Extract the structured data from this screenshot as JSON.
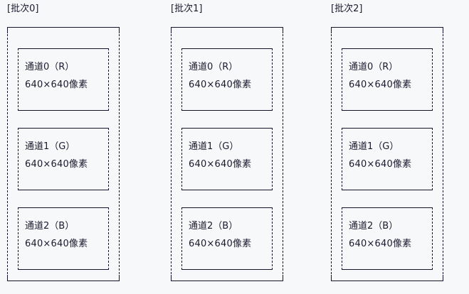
{
  "figure": {
    "background_color": "#f7f8fa",
    "line_color": "#13132b",
    "text_color": "#1a1a2e",
    "style": "ascii-box-drawing",
    "description": "Three batch groups, each containing three RGB channel boxes of 640x640 pixels"
  },
  "batches": [
    {
      "title": "[批次0]",
      "channels": [
        {
          "name": "通道0（R）",
          "size": "640×640像素"
        },
        {
          "name": "通道1（G）",
          "size": "640×640像素"
        },
        {
          "name": "通道2（B）",
          "size": "640×640像素"
        }
      ]
    },
    {
      "title": "[批次1]",
      "channels": [
        {
          "name": "通道0（R）",
          "size": "640×640像素"
        },
        {
          "name": "通道1（G）",
          "size": "640×640像素"
        },
        {
          "name": "通道2（B）",
          "size": "640×640像素"
        }
      ]
    },
    {
      "title": "[批次2]",
      "channels": [
        {
          "name": "通道0（R）",
          "size": "640×640像素"
        },
        {
          "name": "通道1（G）",
          "size": "640×640像素"
        },
        {
          "name": "通道2（B）",
          "size": "640×640像素"
        }
      ]
    }
  ]
}
